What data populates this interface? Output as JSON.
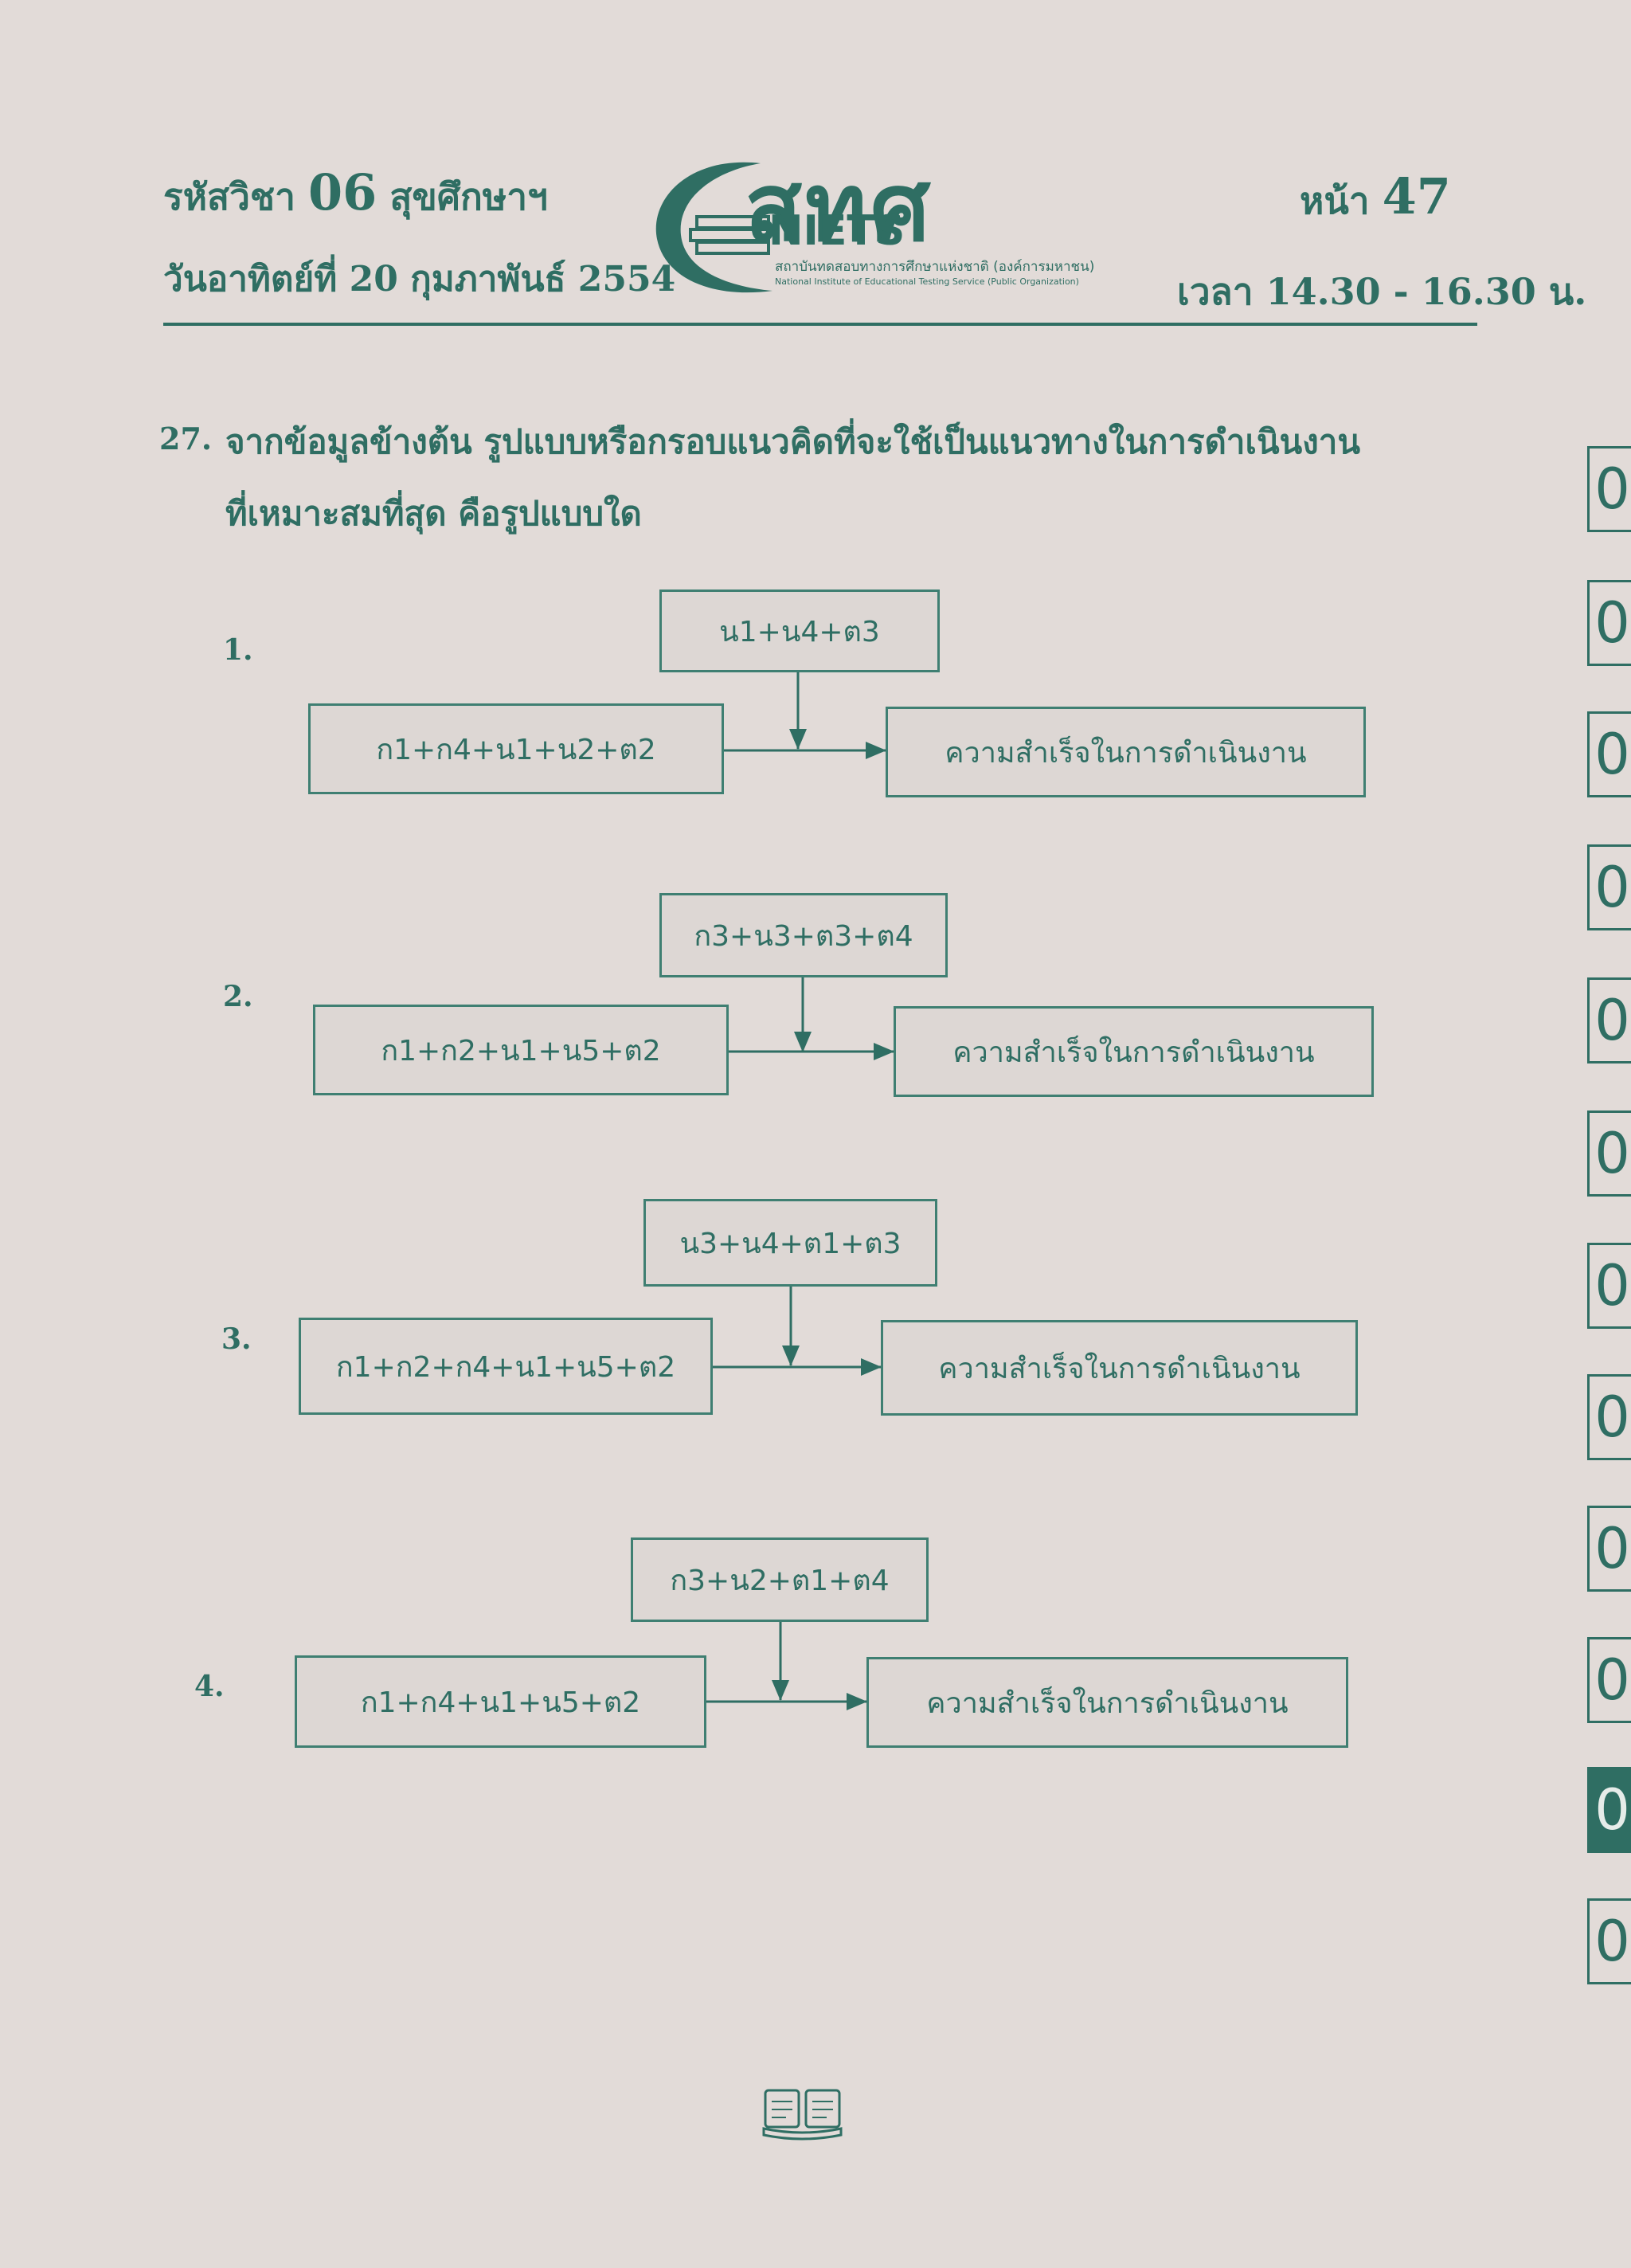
{
  "header": {
    "course_label": "รหัสวิชา",
    "course_code": "06",
    "course_name": "สุขศึกษาฯ",
    "date": "วันอาทิตย์ที่ 20 กุมภาพันธ์ 2554",
    "page_label": "หน้า",
    "page_number": "47",
    "time": "เวลา 14.30 - 16.30 น."
  },
  "logo": {
    "thai": "สทศ",
    "english": "NIETS",
    "subtitle_th": "สถาบันทดสอบทางการศึกษาแห่งชาติ (องค์การมหาชน)",
    "subtitle_en": "National Institute of Educational Testing Service (Public Organization)"
  },
  "question": {
    "number": "27.",
    "line1": "จากข้อมูลข้างต้น รูปแบบหรือกรอบแนวคิดที่จะใช้เป็นแนวทางในการดำเนินงาน",
    "line2": "ที่เหมาะสมที่สุด คือรูปแบบใด"
  },
  "options": [
    {
      "number": "1.",
      "top": "น1+น4+ต3",
      "left": "ก1+ก4+น1+น2+ต2",
      "result": "ความสำเร็จในการดำเนินงาน"
    },
    {
      "number": "2.",
      "top": "ก3+น3+ต3+ต4",
      "left": "ก1+ก2+น1+น5+ต2",
      "result": "ความสำเร็จในการดำเนินงาน"
    },
    {
      "number": "3.",
      "top": "น3+น4+ต1+ต3",
      "left": "ก1+ก2+ก4+น1+น5+ต2",
      "result": "ความสำเร็จในการดำเนินงาน"
    },
    {
      "number": "4.",
      "top": "ก3+น2+ต1+ต4",
      "left": "ก1+ก4+น1+น5+ต2",
      "result": "ความสำเร็จในการดำเนินงาน"
    }
  ],
  "side_tabs": [
    "0",
    "0",
    "0",
    "0",
    "0",
    "0",
    "0",
    "0",
    "0",
    "0",
    "0",
    "0"
  ],
  "colors": {
    "ink": "#2f6e63",
    "paper": "#e2dbd8"
  }
}
